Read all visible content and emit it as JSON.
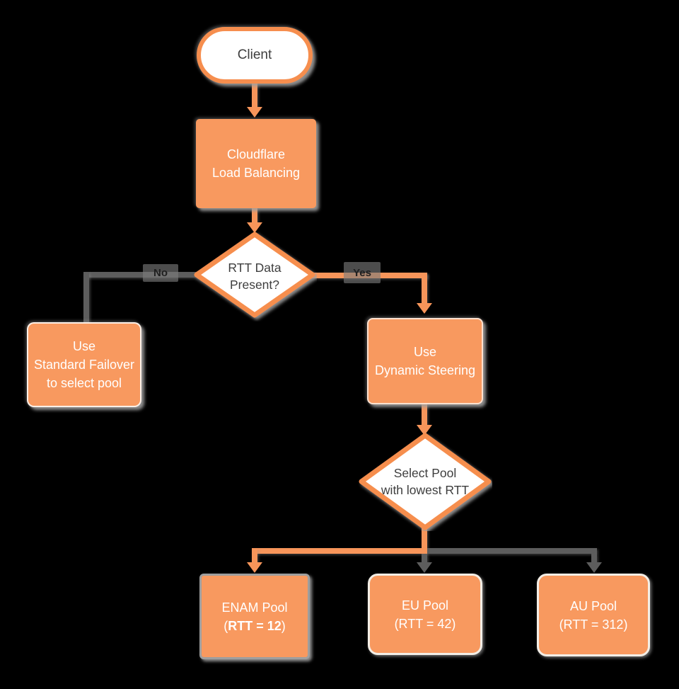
{
  "diagram": {
    "title": "Cloudflare Load Balancing flowchart",
    "background": "#000000",
    "accent_orange": "#f7955a",
    "connector_gray": "#5d5d5d",
    "nodes": {
      "client": {
        "shape": "stadium",
        "label": "Client"
      },
      "load_balancer": {
        "shape": "rectangle",
        "line1": "Cloudflare",
        "line2": "Load Balancing"
      },
      "rtt_decision": {
        "shape": "diamond",
        "line1": "RTT Data",
        "line2": "Present?"
      },
      "standard_failover": {
        "shape": "rectangle",
        "line1": "Use",
        "line2": "Standard Failover",
        "line3": "to select pool"
      },
      "dynamic_steering": {
        "shape": "rectangle",
        "line1": "Use",
        "line2": "Dynamic Steering"
      },
      "select_pool": {
        "shape": "diamond",
        "line1": "Select Pool",
        "line2": "with lowest RTT"
      },
      "enam_pool": {
        "shape": "rectangle",
        "highlighted": true,
        "line1": "ENAM Pool",
        "rtt_open": "(",
        "rtt_value": "RTT = 12",
        "rtt_close": ")"
      },
      "eu_pool": {
        "shape": "rectangle",
        "line1": "EU Pool",
        "line2": "(RTT = 42)"
      },
      "au_pool": {
        "shape": "rectangle",
        "line1": "AU Pool",
        "line2": "(RTT = 312)"
      }
    },
    "edge_labels": {
      "no": "No",
      "yes": "Yes"
    }
  }
}
